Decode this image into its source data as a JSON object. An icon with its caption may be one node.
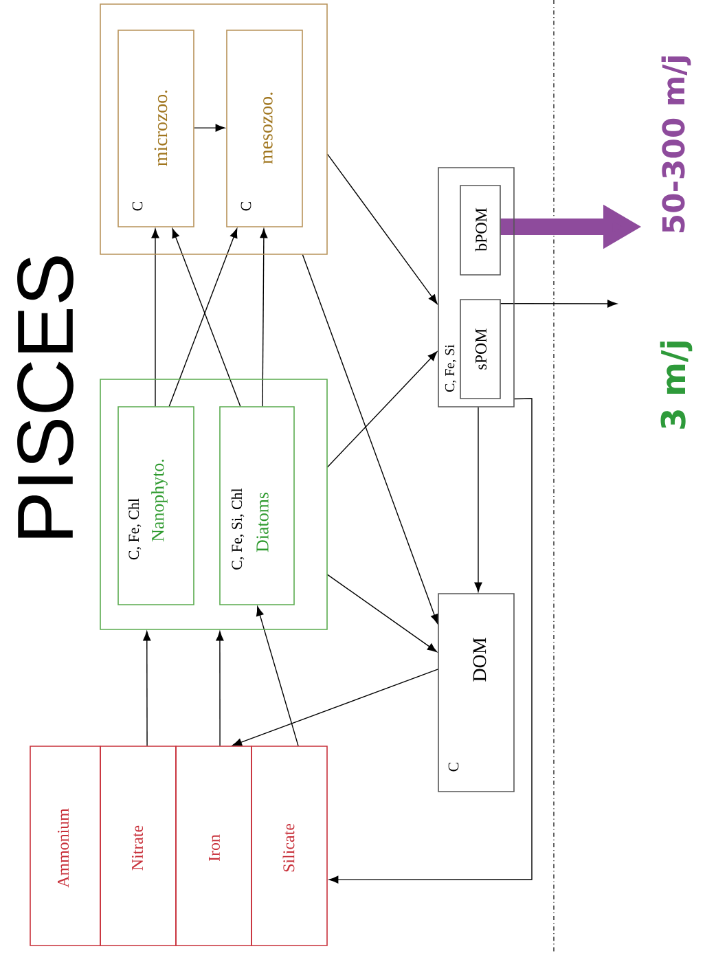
{
  "diagram": {
    "title": "PISCES",
    "nodes": [
      {
        "text": [],
        "shape": "box"
      },
      {
        "text": [
          "C",
          "microzoo."
        ],
        "in": 0
      },
      {
        "text": [
          "C",
          "mesozoo."
        ],
        "in": 0
      },
      {
        "text": [],
        "shape": "box"
      },
      {
        "text": [
          "C, Fe, Chl",
          "Nanophyto."
        ],
        "in": 3
      },
      {
        "text": [
          "C, Fe, Si, Chl",
          "Diatoms"
        ],
        "in": 3
      },
      {
        "text": [
          "C, Fe, Si"
        ]
      },
      {
        "text": [
          "bPOM"
        ],
        "in": 6
      },
      {
        "text": [
          "sPOM"
        ],
        "in": 6
      },
      {
        "text": [
          "C",
          "DOM"
        ]
      },
      {
        "text": [
          "Ammonium"
        ]
      },
      {
        "text": [
          "Nitrate"
        ]
      },
      {
        "text": [
          "Iron"
        ]
      },
      {
        "text": [
          "Silicate"
        ]
      }
    ],
    "edges": [
      {
        "from": 1,
        "to": 2,
        "arrow": "to"
      },
      {
        "from": 4,
        "to": 1,
        "arrow": "to"
      },
      {
        "from": 4,
        "to": 2,
        "arrow": "to"
      },
      {
        "from": 5,
        "to": 1,
        "arrow": "to"
      },
      {
        "from": 5,
        "to": 2,
        "arrow": "to"
      },
      {
        "from": 0,
        "to": 6,
        "arrow": "to"
      },
      {
        "from": 0,
        "to": 9,
        "arrow": "to"
      },
      {
        "from": 3,
        "to": 6,
        "arrow": "to"
      },
      {
        "from": 3,
        "to": 9,
        "arrow": "to"
      },
      {
        "from": 9,
        "to": 12,
        "arrow": "to"
      },
      {
        "from": 11,
        "to": 3,
        "arrow": "to"
      },
      {
        "from": 12,
        "to": 3,
        "arrow": "to"
      },
      {
        "from": 13,
        "to": 5,
        "arrow": "to"
      },
      {
        "from": 6,
        "to": 9,
        "arrow": "to"
      },
      {
        "from": 6,
        "to": 13,
        "arrow": "to"
      },
      {
        "from": 8,
        "to": null,
        "arrow": "to"
      },
      {
        "from": 7,
        "to": null,
        "arrow": "to",
        "style": "thick",
        "color": "#8e4b9c"
      }
    ],
    "labels": [
      "3 m/j",
      "50-300 m/j"
    ]
  }
}
